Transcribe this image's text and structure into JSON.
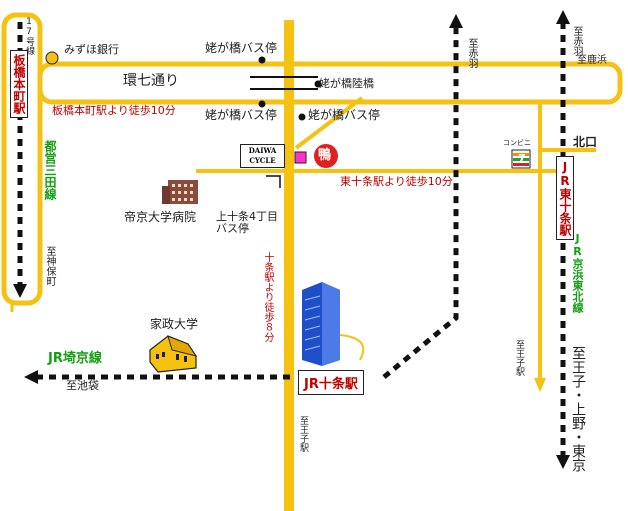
{
  "colors": {
    "road": "#f5c211",
    "rail": "#111111",
    "red": "#c00000",
    "green": "#10a010",
    "landmark_red": "#e02020",
    "magenta": "#ff33cc"
  },
  "labels": {
    "route17": "17号線",
    "mizuho": "みずほ銀行",
    "itabashi_honcho_station": "板橋本町駅",
    "toei_mita_line": "都営三田線",
    "to_jinbocho": "至神保町",
    "walk_from_itabashi": "板橋本町駅より徒歩10分",
    "kanjo7": "環七通り",
    "bus_stop_top": "姥が橋バス停",
    "bus_stop_left": "姥が橋バス停",
    "bus_stop_right": "姥が橋バス停",
    "bridge": "姥が橋陸橋",
    "to_akabane_center": "至赤羽",
    "to_akabane_right": "至赤羽",
    "to_kanamachi": "至鹿浜",
    "daiwa_cycle": "DAIWA CYCLE",
    "kamo": "鴨",
    "conveni": "コンビニ",
    "north_exit": "北口",
    "walk_from_higashi": "東十条駅より徒歩10分",
    "jr_higashi_jujo": "JR東十条駅",
    "jr_keihin_tohoku": "JR京浜東北線",
    "teikyo_hospital": "帝京大学病院",
    "bus_stop_kami": "上十条4丁目バス停",
    "walk_from_jujo": "十条駅より徒歩８分",
    "kasei_university": "家政大学",
    "jr_saikyo_line": "JR埼京線",
    "to_ikebukuro": "至池袋",
    "jr_jujo_station": "JR十条駅",
    "to_oji_center": "至王子駅",
    "to_oji_right": "至王子駅",
    "to_oji_ueno_tokyo": "至王子・上野・東京",
    "seven_eleven": "7"
  }
}
